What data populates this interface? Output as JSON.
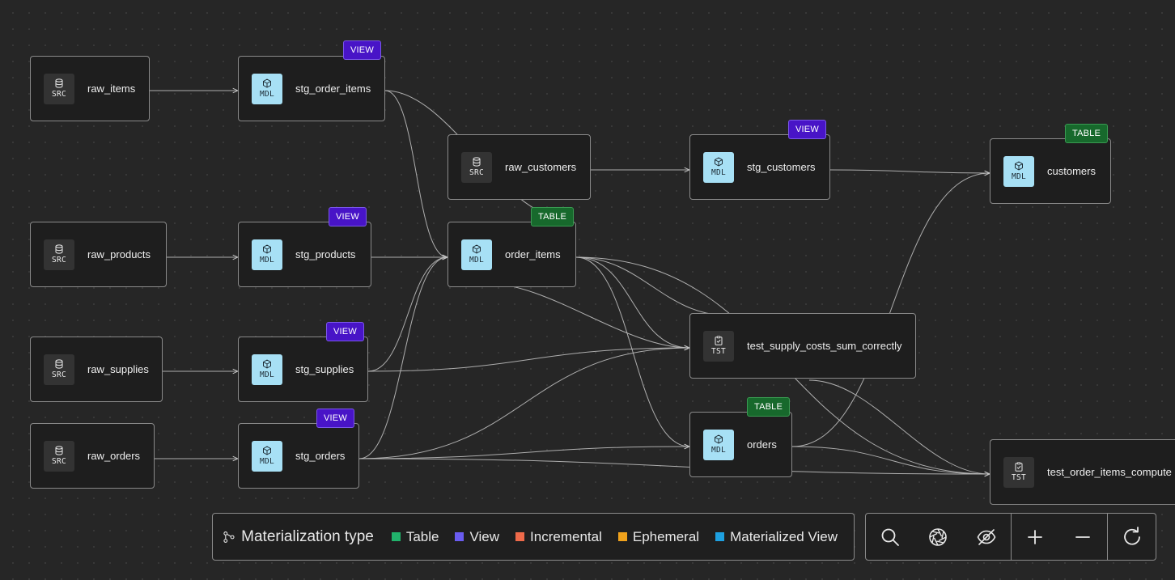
{
  "nodes": {
    "raw_items": {
      "label": "raw_items",
      "kind": "SRC"
    },
    "stg_order_items": {
      "label": "stg_order_items",
      "kind": "MDL",
      "badge": "VIEW"
    },
    "raw_customers": {
      "label": "raw_customers",
      "kind": "SRC"
    },
    "stg_customers": {
      "label": "stg_customers",
      "kind": "MDL",
      "badge": "VIEW"
    },
    "customers": {
      "label": "customers",
      "kind": "MDL",
      "badge": "TABLE"
    },
    "raw_products": {
      "label": "raw_products",
      "kind": "SRC"
    },
    "stg_products": {
      "label": "stg_products",
      "kind": "MDL",
      "badge": "VIEW"
    },
    "order_items": {
      "label": "order_items",
      "kind": "MDL",
      "badge": "TABLE"
    },
    "raw_supplies": {
      "label": "raw_supplies",
      "kind": "SRC"
    },
    "stg_supplies": {
      "label": "stg_supplies",
      "kind": "MDL",
      "badge": "VIEW"
    },
    "test_supply_costs_sum_correctly": {
      "label": "test_supply_costs_sum_correctly",
      "kind": "TST"
    },
    "raw_orders": {
      "label": "raw_orders",
      "kind": "SRC"
    },
    "stg_orders": {
      "label": "stg_orders",
      "kind": "MDL",
      "badge": "VIEW"
    },
    "orders": {
      "label": "orders",
      "kind": "MDL",
      "badge": "TABLE"
    },
    "test_order_items_compute": {
      "label": "test_order_items_compute",
      "kind": "TST"
    }
  },
  "legend": {
    "title": "Materialization type",
    "items": [
      {
        "label": "Table",
        "color": "#21b26b"
      },
      {
        "label": "View",
        "color": "#6a5cf0"
      },
      {
        "label": "Incremental",
        "color": "#ee6a4a"
      },
      {
        "label": "Ephemeral",
        "color": "#f0a21c"
      },
      {
        "label": "Materialized View",
        "color": "#1ea0e0"
      }
    ]
  },
  "controls": [
    "search-icon",
    "aperture-icon",
    "eye-off-icon",
    "plus-icon",
    "minus-icon",
    "refresh-icon"
  ],
  "colors": {
    "edge": "#bdbdbd",
    "view_badge": "#4814c7",
    "table_badge": "#17692c",
    "model_chip": "#a7e0f5"
  }
}
